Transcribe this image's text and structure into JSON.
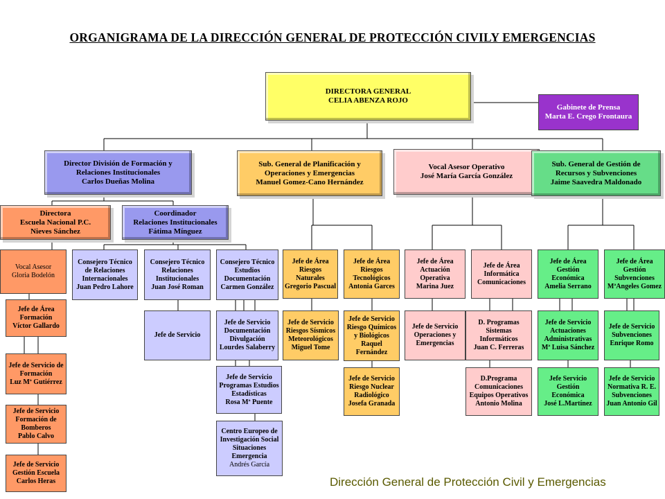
{
  "title": "ORGANIGRAMA  DE LA DIRECCIÓN  GENERAL DE PROTECCIÓN CIVILY EMERGENCIAS",
  "footer": "Dirección General de Protección Civil y Emergencias",
  "colors": {
    "directora": "#ffff66",
    "prensa": "#9933cc",
    "formacion": "#9999ee",
    "planificacion": "#ffcc66",
    "vocal_operativo": "#ffcccc",
    "gestion": "#66dd88",
    "escuela": "#ff9966"
  },
  "nodes": {
    "directora": {
      "lines": [
        "DIRECTORA GENERAL",
        "CELIA  ABENZA ROJO"
      ]
    },
    "prensa": {
      "lines": [
        "Gabinete de Prensa",
        "Marta E. Crego Frontaura"
      ]
    },
    "formacion": {
      "lines": [
        "Director División de Formación  y",
        "Relaciones Institucionales",
        "Carlos Dueñas Molina"
      ]
    },
    "planificacion": {
      "lines": [
        "Sub. General de Planificación  y",
        "Operaciones  y Emergencias",
        "Manuel Gomez-Cano Hernández"
      ]
    },
    "vocal_operativo": {
      "lines": [
        "Vocal Asesor Operativo",
        "José María García González"
      ]
    },
    "gestion": {
      "lines": [
        "Sub. General de Gestión  de",
        "Recursos y Subvenciones",
        "Jaime Saavedra Maldonado"
      ]
    },
    "escuela": {
      "lines": [
        "Directora",
        "Escuela Nacional P.C.",
        "Nieves Sánchez"
      ]
    },
    "coordinador": {
      "lines": [
        "Coordinador",
        "Relaciones Institucionales",
        "Fátima Mínguez"
      ]
    },
    "vocal_gloria": {
      "lines": [
        "Vocal Asesor",
        "Gloria Bodelón"
      ]
    },
    "area_formacion": {
      "lines": [
        "Jefe de Área",
        "Formación",
        "Víctor Gallardo"
      ]
    },
    "serv_formacion": {
      "lines": [
        "Jefe de Servicio de",
        "Formación",
        "Luz Mª Gutiérrez"
      ]
    },
    "serv_bomberos": {
      "lines": [
        "Jefe de Servicio",
        "Formación de",
        "Bomberos",
        "Pablo Calvo"
      ]
    },
    "serv_escuela": {
      "lines": [
        "Jefe de Servicio",
        "Gestión Escuela",
        "Carlos Heras"
      ]
    },
    "cons_relaciones": {
      "lines": [
        "Consejero Técnico",
        "de Relaciones",
        "Internacionales",
        "Juan Pedro Lahore"
      ]
    },
    "cons_institucionales": {
      "lines": [
        "Consejero Técnico",
        "Relaciones",
        "Institucionales",
        "Juan José Roman"
      ]
    },
    "cons_estudios": {
      "lines": [
        "Consejero Técnico",
        "Estudios",
        "Documentación",
        "Carmen González"
      ]
    },
    "jefe_servicio": {
      "lines": [
        "Jefe de Servicio"
      ]
    },
    "serv_documentacion": {
      "lines": [
        "Jefe de Servicio",
        "Documentación",
        "Divulgación",
        "Lourdes Salaberry"
      ]
    },
    "serv_programas": {
      "lines": [
        "Jefe de Servicio",
        "Programas Estudios",
        "Estadísticas",
        "Rosa Mª Puente"
      ]
    },
    "centro_europeo": {
      "lines": [
        "Centro Europeo de",
        "Investigación Social",
        "Situaciones",
        "Emergencia",
        "Andrés García"
      ]
    },
    "area_naturales": {
      "lines": [
        "Jefe de Área",
        "Riesgos",
        "Naturales",
        "Gregorio Pascual"
      ]
    },
    "area_tecnologicos": {
      "lines": [
        "Jefe de Área",
        "Riesgos",
        "Tecnológicos",
        "Antonia Garces"
      ]
    },
    "serv_sismicos": {
      "lines": [
        "Jefe de Servicio",
        "Riesgos Sísmicos",
        "Meteorológicos",
        "Miguel Tome"
      ]
    },
    "serv_quimicos": {
      "lines": [
        "Jefe de Servicio",
        "Riesgo Químicos",
        "y Biológicos",
        "Raquel",
        "Fernández"
      ]
    },
    "serv_nuclear": {
      "lines": [
        "Jefe de Servicio",
        "Riesgo Nuclear",
        "Radiológico",
        "Josefa Granada"
      ]
    },
    "area_actuacion": {
      "lines": [
        "Jefe de Área",
        "Actuación",
        "Operativa",
        "Marina Juez"
      ]
    },
    "area_informatica": {
      "lines": [
        "Jefe de Área",
        "Informática",
        "Comunicaciones"
      ]
    },
    "serv_operaciones": {
      "lines": [
        "Jefe de Servicio",
        "Operaciones y",
        "Emergencias"
      ]
    },
    "d_programas_sist": {
      "lines": [
        "D. Programas",
        "Sistemas",
        "Informáticos",
        "Juan C. Ferreras"
      ]
    },
    "d_programa_com": {
      "lines": [
        "D.Programa",
        "Comunicaciones",
        "Equipos Operativos",
        "Antonio Molina"
      ]
    },
    "area_economica": {
      "lines": [
        "Jefe de Área",
        "Gestión",
        "Económica",
        "Amelia Serrano"
      ]
    },
    "area_subvenciones": {
      "lines": [
        "Jefe de Área",
        "Gestión",
        "Subvenciones",
        "MªAngeles Gomez"
      ]
    },
    "serv_actuaciones": {
      "lines": [
        "Jefe de Servicio",
        "Actuaciones",
        "Administrativas",
        "Mª Luisa Sánchez"
      ]
    },
    "serv_subvenciones": {
      "lines": [
        "Jefe de Servicio",
        "Subvenciones",
        "Enrique Romo"
      ]
    },
    "serv_gestion_eco": {
      "lines": [
        "Jefe Servicio",
        "Gestión",
        "Económica",
        "José L.Martínez"
      ]
    },
    "serv_normativa": {
      "lines": [
        "Jefe de Servicio",
        "Normativa R. E.",
        "Subvenciones",
        "Juan Antonio Gil"
      ]
    }
  }
}
